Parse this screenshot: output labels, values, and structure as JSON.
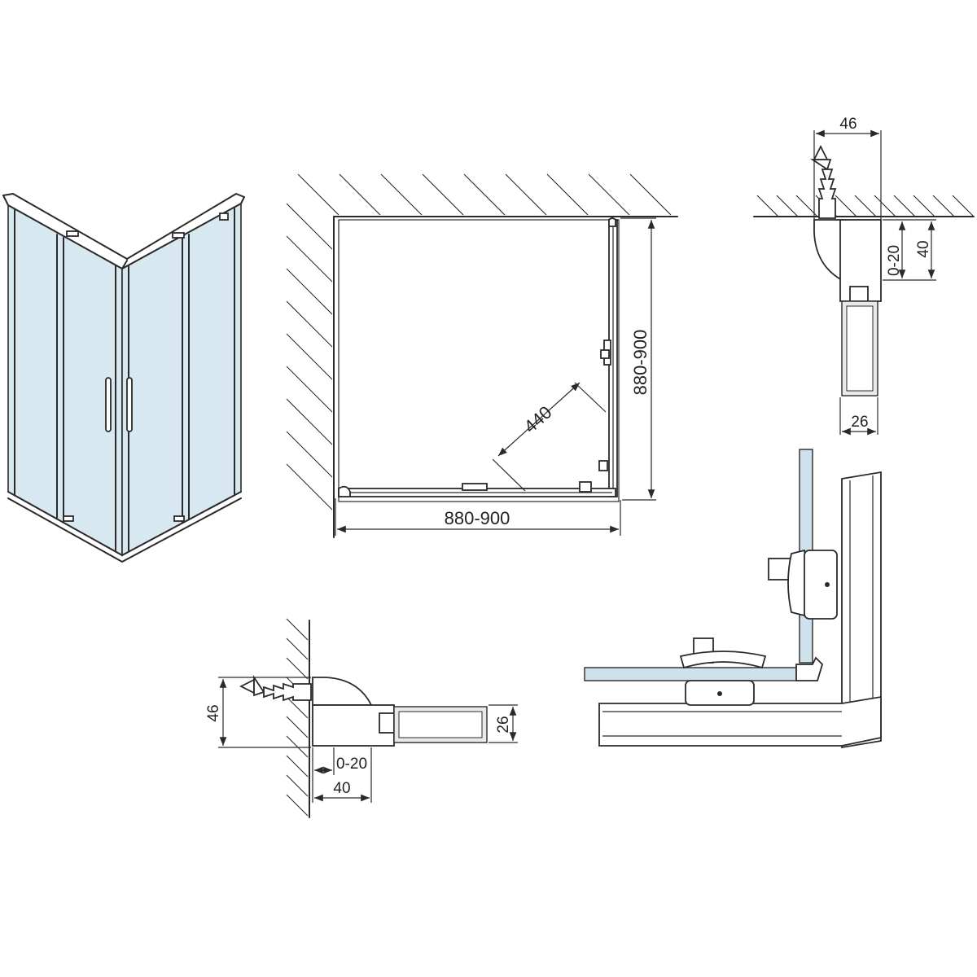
{
  "dimensions": {
    "plan_width": "880-900",
    "plan_depth": "880-900",
    "door_opening": "440",
    "top_profile_width": "46",
    "top_profile_adjust": "0-20",
    "top_profile_depth": "40",
    "top_profile_bottom": "26",
    "side_profile_height": "46",
    "side_profile_right": "26",
    "side_profile_adjust": "0-20",
    "side_profile_depth": "40"
  }
}
